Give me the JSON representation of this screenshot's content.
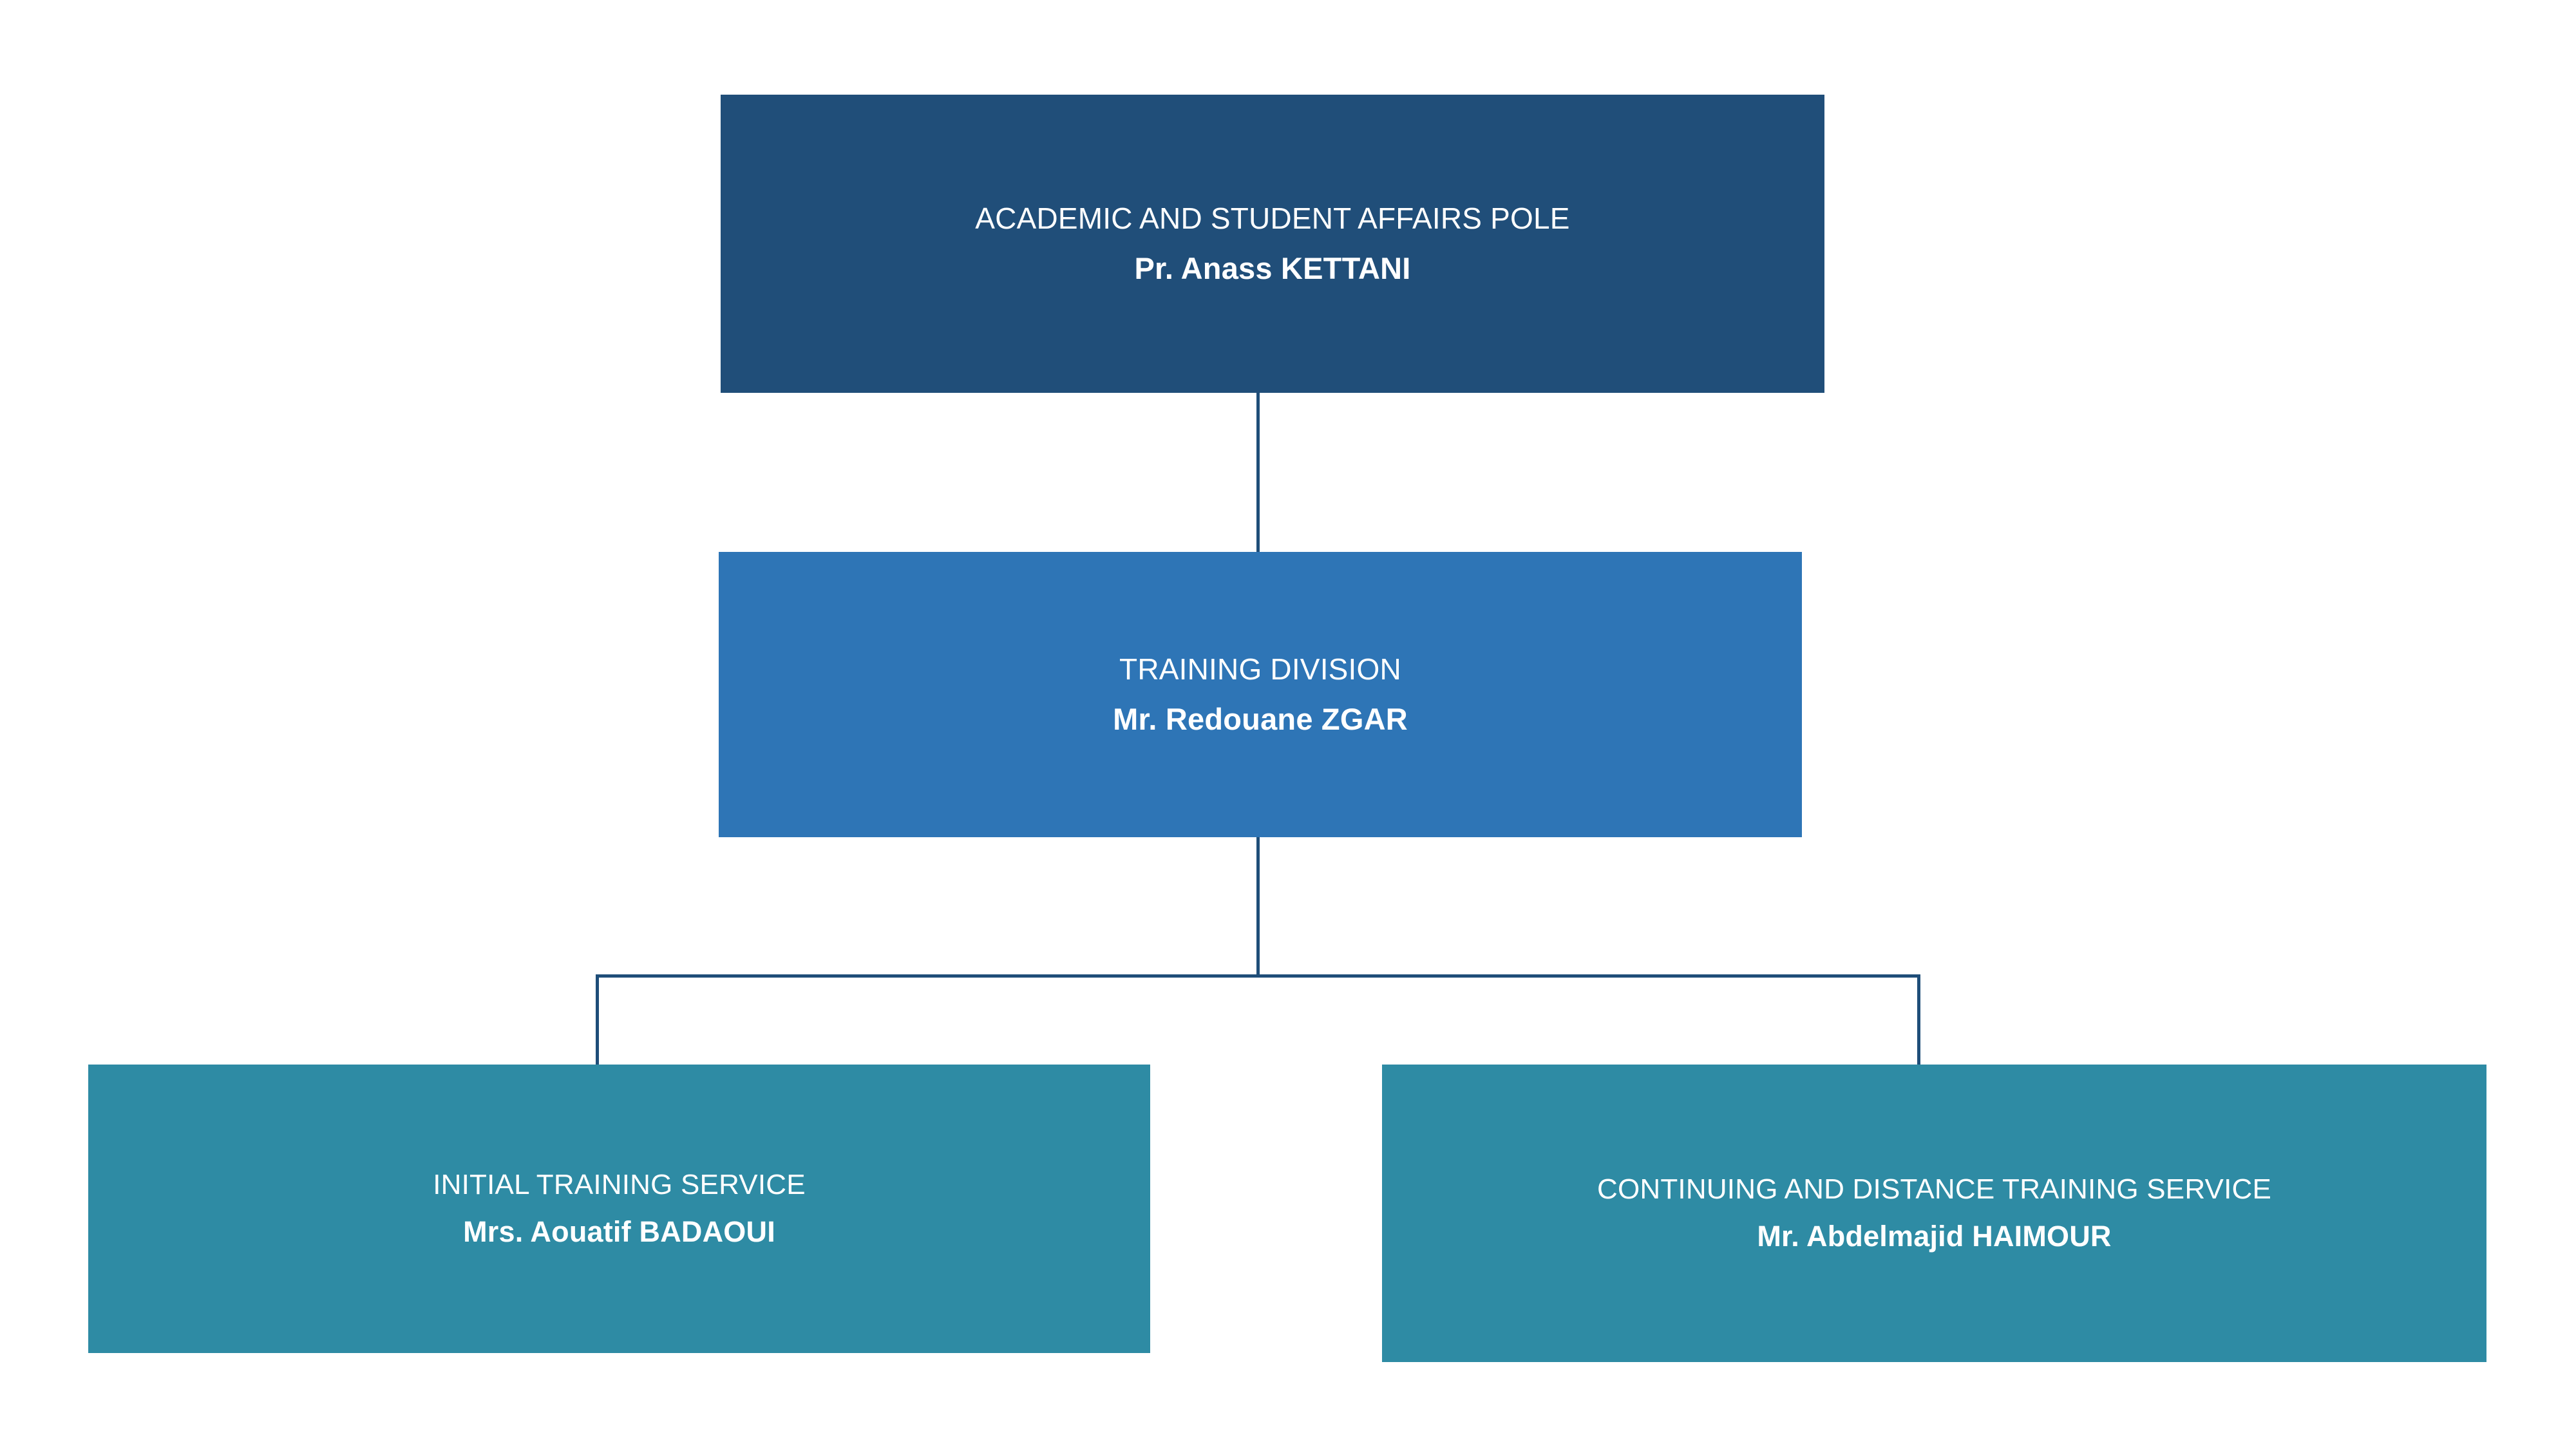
{
  "chart_data": {
    "type": "diagram",
    "title": "",
    "orientation": "top-down",
    "background_color": "#FFFFFF",
    "connector_color": "#1F4E79",
    "nodes": [
      {
        "id": "pole",
        "unit_name": "ACADEMIC AND STUDENT AFFAIRS POLE",
        "person_name": "Pr. Anass KETTANI",
        "level": 1,
        "color": "#204E79",
        "text_color": "#FFFFFF",
        "parent": null
      },
      {
        "id": "division",
        "unit_name": "TRAINING DIVISION",
        "person_name": "Mr. Redouane ZGAR",
        "level": 2,
        "color": "#2E75B6",
        "text_color": "#FFFFFF",
        "parent": "pole"
      },
      {
        "id": "initial-training",
        "unit_name": "INITIAL TRAINING SERVICE",
        "person_name": "Mrs. Aouatif BADAOUI",
        "level": 3,
        "color": "#2E8BA4",
        "text_color": "#FFFFFF",
        "parent": "division"
      },
      {
        "id": "continuing-training",
        "unit_name": "CONTINUING AND DISTANCE TRAINING SERVICE",
        "person_name": "Mr. Abdelmajid HAIMOUR",
        "level": 3,
        "color": "#2E8BA4",
        "text_color": "#FFFFFF",
        "parent": "division"
      }
    ],
    "edges": [
      {
        "from": "pole",
        "to": "division"
      },
      {
        "from": "division",
        "to": "initial-training"
      },
      {
        "from": "division",
        "to": "continuing-training"
      }
    ]
  }
}
